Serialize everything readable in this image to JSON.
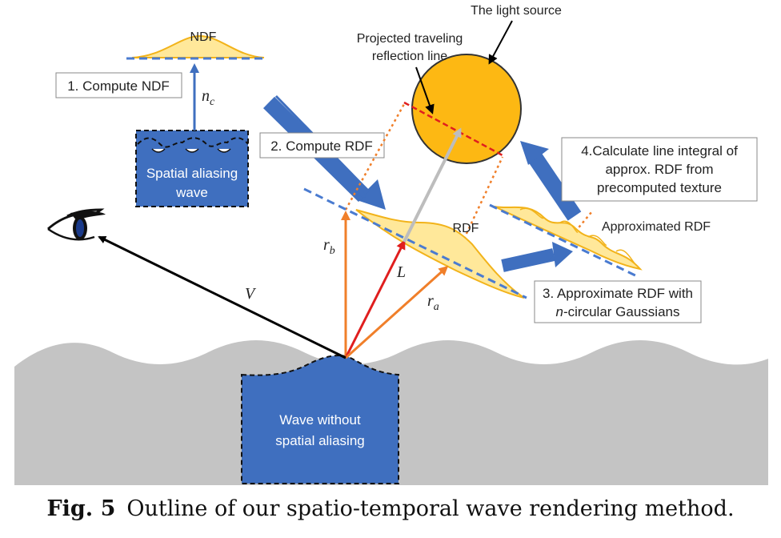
{
  "colors": {
    "wave_blue": "#3f6fbf",
    "ocean_grey": "#c4c4c4",
    "sun_orange": "#fdb813",
    "rdf_fill": "#ffe89a",
    "dash_blue": "#4a7bd0",
    "ray_orange": "#f07f2a",
    "ray_red": "#e01e1e",
    "ray_grey": "#bdbdbd"
  },
  "labels": {
    "light_source": "The light source",
    "projected_line_1": "Projected traveling",
    "projected_line_2": "reflection line",
    "ndf": "NDF",
    "rdf": "RDF",
    "approximated_rdf": "Approximated RDF",
    "spatial_aliasing_1": "Spatial aliasing",
    "spatial_aliasing_2": "wave",
    "wave_without_1": "Wave without",
    "wave_without_2": "spatial aliasing"
  },
  "steps": {
    "step1": "1. Compute NDF",
    "step2": "2. Compute RDF",
    "step3_line1": "3. Approximate RDF with",
    "step3_line2_italic": "n",
    "step3_line2_rest": "-circular Gaussians",
    "step4_line1": "4.Calculate line integral of",
    "step4_line2": "approx. RDF from",
    "step4_line3": "precomputed texture"
  },
  "math": {
    "nc_base": "n",
    "nc_sub": "c",
    "rb_base": "r",
    "rb_sub": "b",
    "ra_base": "r",
    "ra_sub": "a",
    "L": "L",
    "V": "V"
  },
  "icons": {
    "eye": "eye-icon",
    "sun": "sun-icon"
  },
  "caption": {
    "fig_label": "Fig. 5",
    "text": "Outline of our spatio-temporal wave rendering method."
  }
}
